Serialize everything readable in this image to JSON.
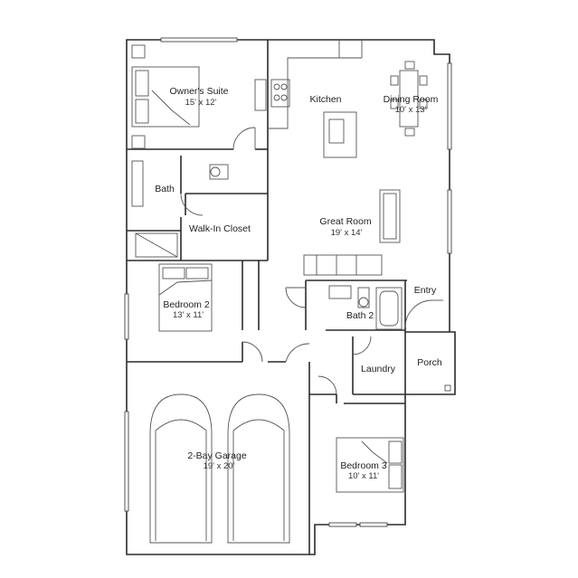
{
  "rooms": {
    "owners_suite": {
      "name": "Owner's Suite",
      "dim": "15' x 12'"
    },
    "kitchen": {
      "name": "Kitchen"
    },
    "dining_room": {
      "name": "Dining Room",
      "dim": "10' x 13'"
    },
    "bath": {
      "name": "Bath"
    },
    "walk_in_closet": {
      "name": "Walk-In Closet"
    },
    "great_room": {
      "name": "Great Room",
      "dim": "19' x 14'"
    },
    "bedroom_2": {
      "name": "Bedroom 2",
      "dim": "13' x 11'"
    },
    "entry": {
      "name": "Entry"
    },
    "bath_2": {
      "name": "Bath 2"
    },
    "laundry": {
      "name": "Laundry"
    },
    "porch": {
      "name": "Porch"
    },
    "garage": {
      "name": "2-Bay Garage",
      "dim": "19' x 20'"
    },
    "bedroom_3": {
      "name": "Bedroom 3",
      "dim": "10' x 11'"
    }
  }
}
